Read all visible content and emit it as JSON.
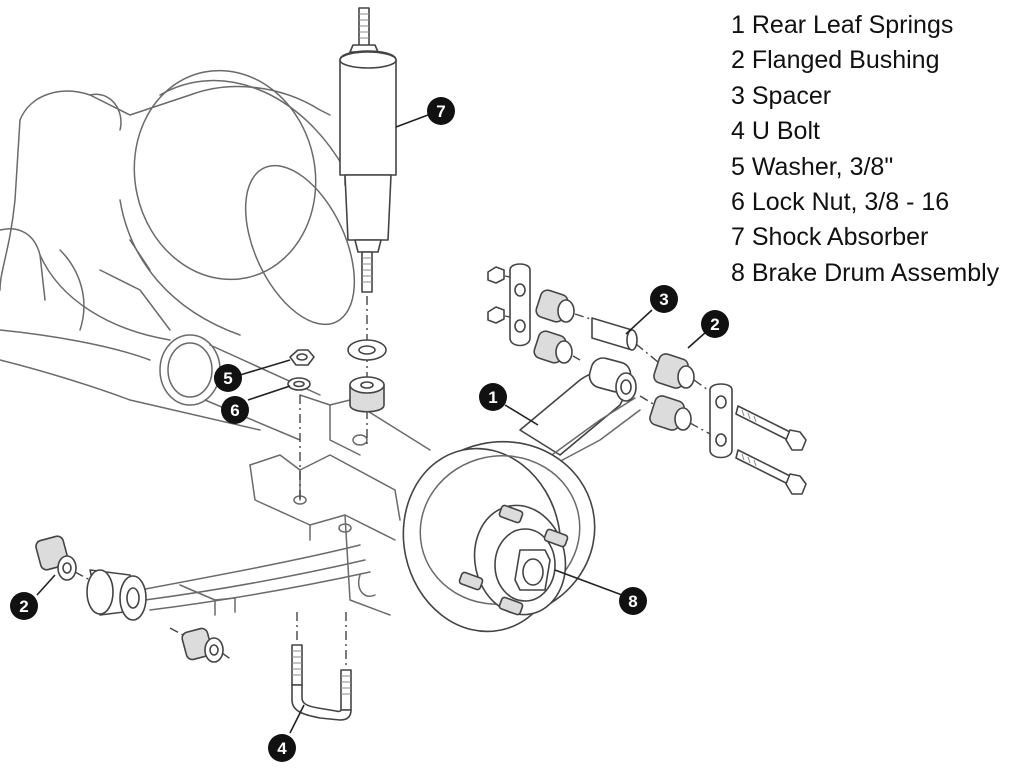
{
  "legend": [
    {
      "number": "1",
      "name": "Rear Leaf Springs"
    },
    {
      "number": "2",
      "name": "Flanged Bushing"
    },
    {
      "number": "3",
      "name": "Spacer"
    },
    {
      "number": "4",
      "name": "U Bolt"
    },
    {
      "number": "5",
      "name": "Washer, 3/8\""
    },
    {
      "number": "6",
      "name": "Lock Nut, 3/8 - 16"
    },
    {
      "number": "7",
      "name": "Shock Absorber"
    },
    {
      "number": "8",
      "name": "Brake Drum Assembly"
    }
  ],
  "callouts": {
    "shock_absorber": "7",
    "spacer": "3",
    "flanged_bushing_right": "2",
    "washer": "5",
    "lock_nut": "6",
    "leaf_springs": "1",
    "flanged_bushing_left": "2",
    "brake_drum": "8",
    "u_bolt": "4"
  }
}
